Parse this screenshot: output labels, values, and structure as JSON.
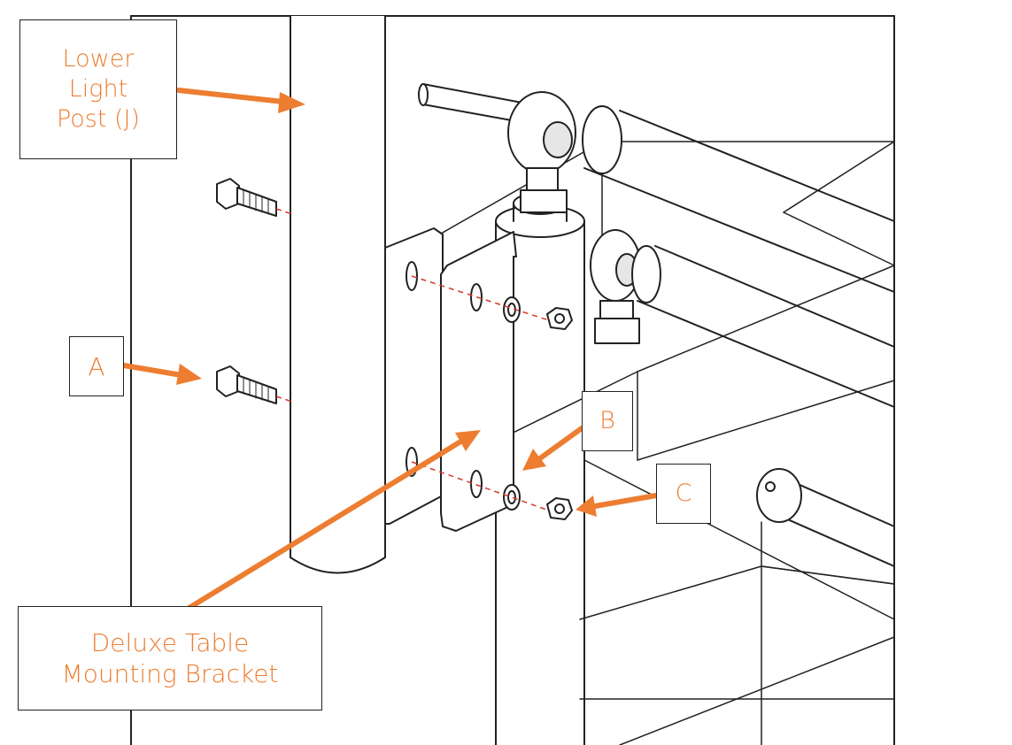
{
  "colors": {
    "accent": "#ed7d31",
    "line": "#222222",
    "shade": "#e6e6e6",
    "dash": "#d63a2a"
  },
  "labels": {
    "lower_light_post": "Lower\nLight\nPost (J)",
    "hardware_a": "A",
    "hardware_b": "B",
    "hardware_c": "C",
    "mounting_bracket": "Deluxe Table\nMounting Bracket"
  }
}
